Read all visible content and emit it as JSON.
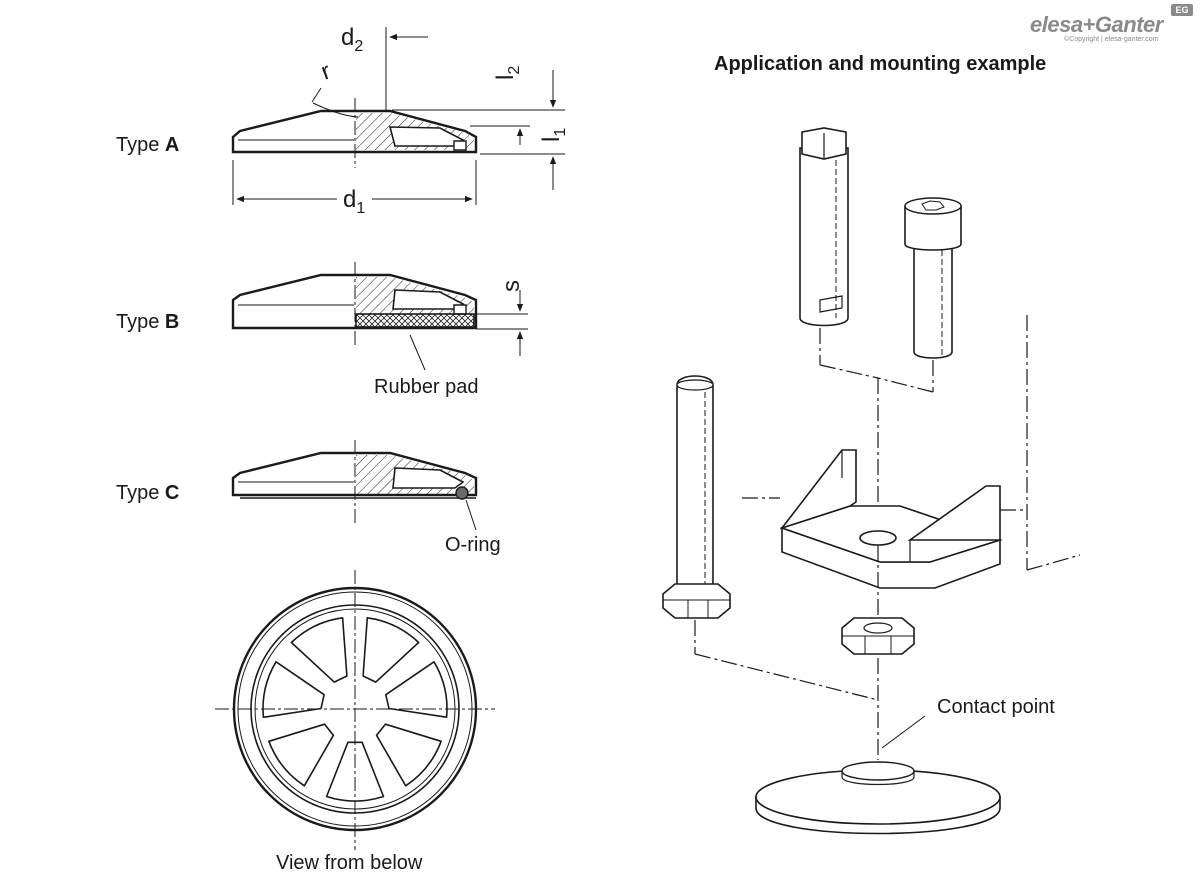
{
  "brand": {
    "name": "elesa+Ganter",
    "copyright": "©Copyright | elesa-ganter.com",
    "badge": "EG"
  },
  "title": "Application and mounting example",
  "types": {
    "a": {
      "prefix": "Type ",
      "letter": "A"
    },
    "b": {
      "prefix": "Type ",
      "letter": "B"
    },
    "c": {
      "prefix": "Type ",
      "letter": "C"
    }
  },
  "dimensions": {
    "d2": {
      "base": "d",
      "sub": "2"
    },
    "d1": {
      "base": "d",
      "sub": "1"
    },
    "l2": {
      "base": "l",
      "sub": "2"
    },
    "l1": {
      "base": "l",
      "sub": "1"
    },
    "r": "r",
    "s": "s"
  },
  "callouts": {
    "rubber_pad": "Rubber pad",
    "o_ring": "O-ring",
    "view_from_below": "View from below",
    "contact_point": "Contact point"
  }
}
